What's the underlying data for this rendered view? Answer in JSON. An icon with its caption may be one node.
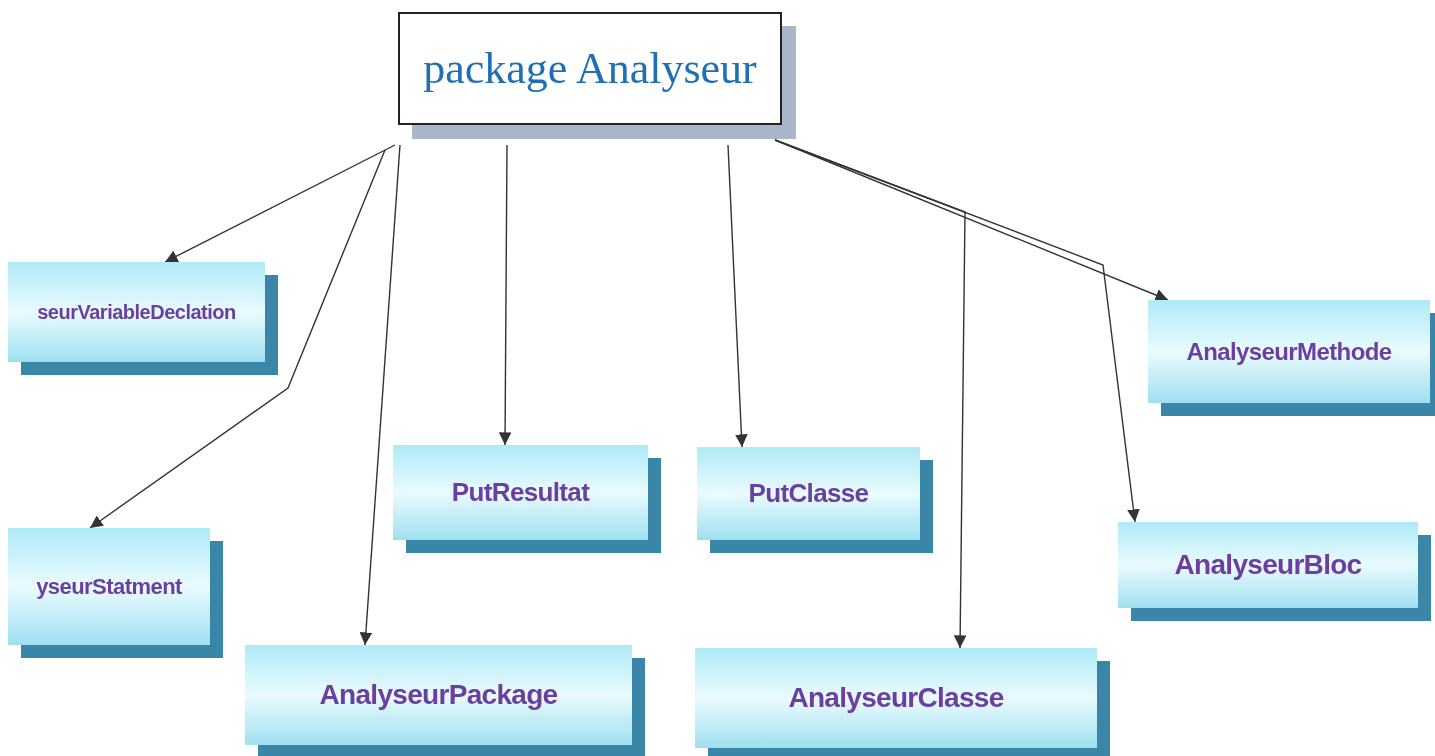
{
  "diagram": {
    "nodes": [
      {
        "text": [
          "package Analyseur"
        ]
      },
      {
        "text": [
          "seurVariableDeclation"
        ]
      },
      {
        "text": [
          "AnalyseurMethode"
        ]
      },
      {
        "text": [
          "PutResultat"
        ]
      },
      {
        "text": [
          "PutClasse"
        ]
      },
      {
        "text": [
          "AnalyseurBloc"
        ]
      },
      {
        "text": [
          "yseurStatment"
        ]
      },
      {
        "text": [
          "AnalyseurPackage"
        ]
      },
      {
        "text": [
          "AnalyseurClasse"
        ]
      }
    ],
    "edges": [
      {
        "from": 0,
        "to": 1,
        "arrow": "to"
      },
      {
        "from": 0,
        "to": 6,
        "arrow": "to"
      },
      {
        "from": 0,
        "to": 7,
        "arrow": "to"
      },
      {
        "from": 0,
        "to": 3,
        "arrow": "to"
      },
      {
        "from": 0,
        "to": 4,
        "arrow": "to"
      },
      {
        "from": 0,
        "to": 2,
        "arrow": "to"
      },
      {
        "from": 0,
        "to": 8,
        "arrow": "to"
      },
      {
        "from": 0,
        "to": 5,
        "arrow": "to"
      }
    ]
  }
}
